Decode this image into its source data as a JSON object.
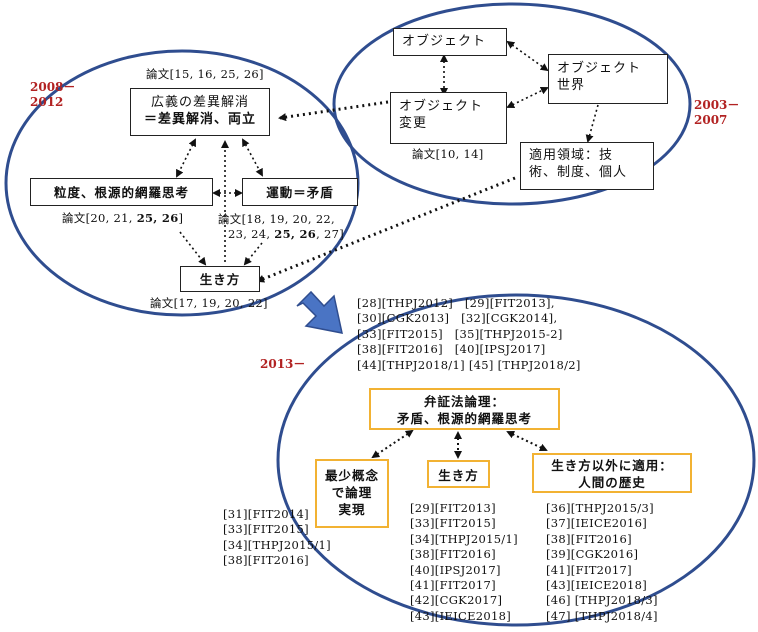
{
  "periods": {
    "p2008": {
      "year_from": "2008－",
      "year_to": "2012"
    },
    "p2003": {
      "year_from": "2003－",
      "year_to": "2007"
    },
    "p2013": {
      "year_from": "2013－"
    }
  },
  "left": {
    "cite_top": "論文[15, 16, 25, 26]",
    "central_box": {
      "line1": "広義の差異解消",
      "line2": "＝差異解消、両立"
    },
    "granularity_box": "粒度、根源的網羅思考",
    "granularity_cite_prefix": "論文[20, 21, ",
    "granularity_cite_bold": "25, 26",
    "granularity_cite_suffix": "]",
    "movement_box": "運動＝矛盾",
    "movement_cite_line1": "論文[18, 19, 20, 22,",
    "movement_cite_line2_prefix": "23, 24, ",
    "movement_cite_line2_bold": "25, 26",
    "movement_cite_line2_suffix": ", 27]",
    "life_box": "生き方",
    "life_cite": "論文[17, 19, 20, 22]"
  },
  "right": {
    "object_box": "オブジェクト",
    "object_world_box": {
      "line1": "オブジェクト",
      "line2": "世界"
    },
    "object_change_box": {
      "line1": "オブジェクト",
      "line2": "変更"
    },
    "cite": "論文[10, 14]",
    "application_box": {
      "line1": "適用領域：技",
      "line2": "術、制度、個人"
    }
  },
  "bottom": {
    "top_refs": [
      "[28][THPJ2012]　[29][FIT2013],",
      "[30][CGK2013]　[32][CGK2014],",
      "[33][FIT2015]　[35][THPJ2015-2]",
      "[38][FIT2016]　[40][IPSJ2017]",
      "[44][THPJ2018/1] [45] [THPJ2018/2]"
    ],
    "dialectic_box": {
      "line1": "弁証法論理：",
      "line2": "矛盾、根源的網羅思考"
    },
    "minimal_box": {
      "line1": "最少概念",
      "line2": "で論理",
      "line3": "実現"
    },
    "life_box": "生き方",
    "apply_box": {
      "line1": "生き方以外に適用：",
      "line2": "人間の歴史"
    },
    "minimal_refs": [
      "[31][FIT2014]",
      "[33][FIT2015]",
      "[34][THPJ2015/1]",
      "[38][FIT2016]"
    ],
    "life_refs": [
      "[29][FIT2013]",
      "[33][FIT2015]",
      "[34][THPJ2015/1]",
      "[38][FIT2016]",
      "[40][IPSJ2017]",
      "[41][FIT2017]",
      "[42][CGK2017]",
      "[43][IEICE2018]"
    ],
    "apply_refs": [
      "[36][THPJ2015/3]",
      "[37][IEICE2016]",
      "[38][FIT2016]",
      "[39][CGK2016]",
      "[41][FIT2017]",
      "[43][IEICE2018]",
      "[46] [THPJ2018/3]",
      "[47] [THPJ2018/4]"
    ]
  },
  "colors": {
    "ellipse": "#2f4d8f",
    "big_arrow": "#4a74c4",
    "orange_border": "#f2b233",
    "year_red": "#b22222"
  }
}
